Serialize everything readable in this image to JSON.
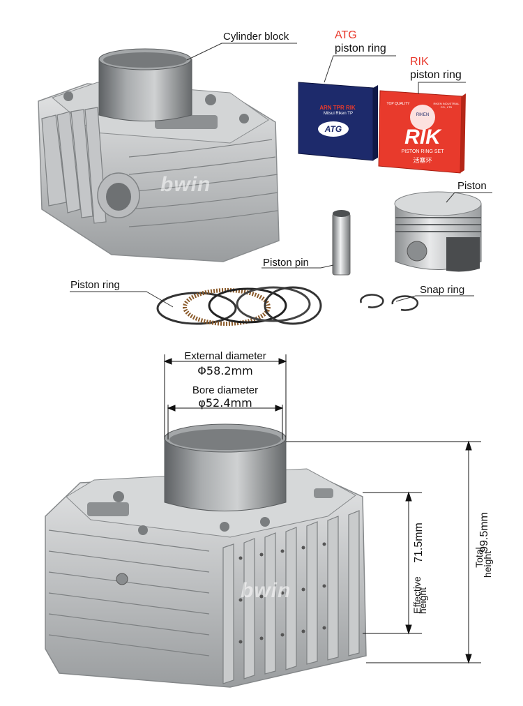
{
  "top_labels": {
    "cylinder_block": "Cylinder block",
    "atg_title": "ATG",
    "atg_sub": "piston ring",
    "rik_title": "RIK",
    "rik_sub": "piston ring",
    "piston": "Piston",
    "piston_pin": "Piston pin",
    "piston_ring": "Piston ring",
    "snap_ring": "Snap ring"
  },
  "atg_box": {
    "brand": "ATG",
    "line": "ARN TPR RIK",
    "sub": "Mitsui Riken TP"
  },
  "rik_box": {
    "brand": "RIK",
    "sub": "PISTON RING SET",
    "chinese": "活塞环",
    "arc_left": "TOP QUALITY",
    "arc_right": "RIKEN INDUSTRIAL CO., LTD",
    "seal": "RIKEN"
  },
  "watermark": "bwin",
  "dimensions": {
    "external_label": "External diameter",
    "external_value": "Φ58.2mm",
    "bore_label": "Bore diameter",
    "bore_value": "φ52.4mm",
    "total_value": "99.5mm",
    "total_label_1": "Total",
    "total_label_2": "height",
    "effective_value": "71.5mm",
    "effective_label_1": "Effective",
    "effective_label_2": "height"
  },
  "colors": {
    "atg_box": "#1d2a6b",
    "rik_box": "#e83a2c",
    "label_red": "#e8372a",
    "metal": "#c9cbcd"
  }
}
